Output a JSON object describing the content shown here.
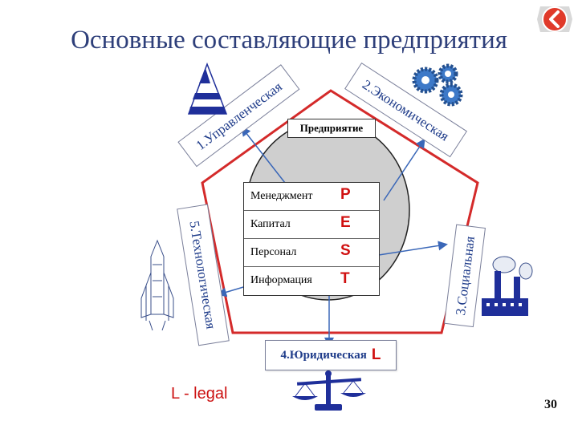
{
  "title": "Основные составляющие предприятия",
  "enterprise_label": "Предприятие",
  "components": [
    {
      "label": "Менеджмент",
      "letter": "P"
    },
    {
      "label": "Капитал",
      "letter": "E"
    },
    {
      "label": "Персонал",
      "letter": "S"
    },
    {
      "label": "Информация",
      "letter": "T"
    }
  ],
  "environments": {
    "management": "1.Управленческая",
    "economic": "2.Экономическая",
    "social": "3.Социальная",
    "legal": "4.Юридическая",
    "legal_letter": "L",
    "technological": "5.Технологическая"
  },
  "legal_note": "L - legal",
  "page_number": "30",
  "colors": {
    "title": "#2e3f7a",
    "pentagon": "#d42a2a",
    "arrow": "#3a67b8",
    "letters": "#d01010",
    "ellipse": "#cfcfcf"
  },
  "icons": {
    "management": "striped-pyramid-icon",
    "economic": "gears-icon",
    "social": "factory-icon",
    "legal": "scales-icon",
    "technological": "space-shuttle-icon",
    "back": "back-chevron-icon"
  }
}
